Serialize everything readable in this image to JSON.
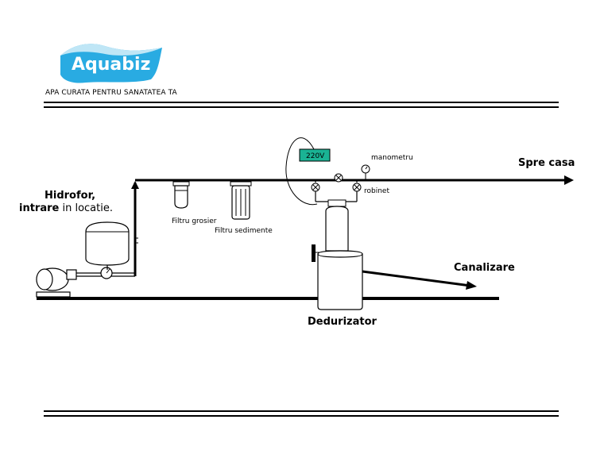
{
  "brand": {
    "logo_text": "Aquabiz",
    "tagline": "APA CURATA PENTRU SANATATEA TA",
    "colors": {
      "logo_blue": "#29abe2",
      "logo_light": "#bfe6f6"
    }
  },
  "diagram": {
    "source_label_line1": "Hidrofor,",
    "source_label_bold": "intrare",
    "source_label_rest": " in locatie.",
    "filter_coarse": "Filtru grosier",
    "filter_sediment": "Filtru sedimente",
    "power_label": "220V",
    "manometer_label": "manometru",
    "valve_label": "robinet",
    "outlet_label": "Spre casa",
    "drain_label": "Canalizare",
    "softener_label": "Dedurizator",
    "colors": {
      "power_box": "#1ab394"
    }
  }
}
